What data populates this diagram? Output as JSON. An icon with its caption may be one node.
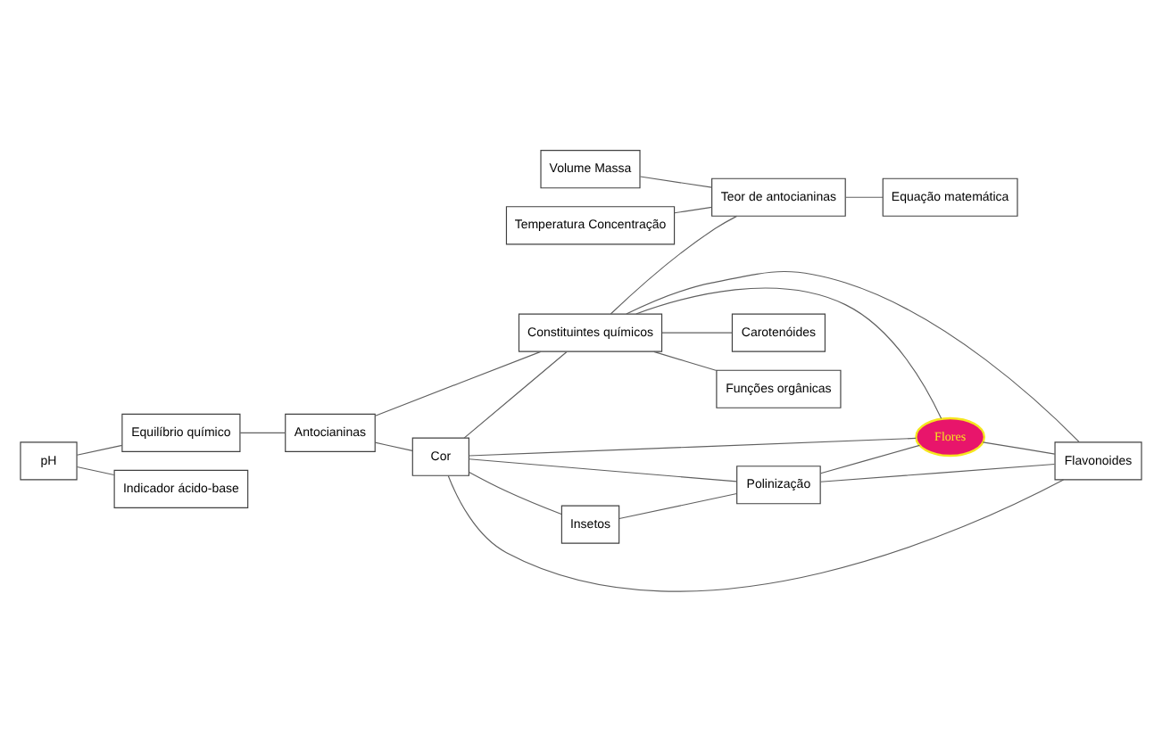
{
  "diagram": {
    "nodes": [
      {
        "text": [
          "Equilíbrio químico"
        ]
      },
      {
        "text": [
          "pH"
        ]
      },
      {
        "text": [
          "Insetos"
        ]
      },
      {
        "text": [
          "Indicador ácido-base"
        ]
      },
      {
        "text": [
          "Antocianinas"
        ]
      },
      {
        "text": [
          "Cor"
        ]
      },
      {
        "text": [
          "Polinização"
        ]
      },
      {
        "text": [
          "Temperatura Concentração"
        ]
      },
      {
        "text": [
          "Volume Massa"
        ]
      },
      {
        "text": [
          "Constituintes químicos"
        ]
      },
      {
        "text": [
          "Flores"
        ]
      },
      {
        "text": [
          "Teor de antocianinas"
        ]
      },
      {
        "text": [
          "Flavonoides"
        ]
      },
      {
        "text": [
          "Carotenóides"
        ]
      },
      {
        "text": [
          "Funções orgânicas"
        ]
      },
      {
        "text": [
          "Equação matemática"
        ]
      }
    ],
    "edges": [
      {
        "from": 1,
        "to": 0,
        "arrow": "none"
      },
      {
        "from": 1,
        "to": 3,
        "arrow": "none"
      },
      {
        "from": 0,
        "to": 4,
        "arrow": "none"
      },
      {
        "from": 4,
        "to": 5,
        "arrow": "none"
      },
      {
        "from": 4,
        "to": 9,
        "arrow": "none"
      },
      {
        "from": 5,
        "to": 2,
        "arrow": "none"
      },
      {
        "from": 5,
        "to": 6,
        "arrow": "none"
      },
      {
        "from": 2,
        "to": 6,
        "arrow": "none"
      },
      {
        "from": 5,
        "to": 10,
        "arrow": "none"
      },
      {
        "from": 5,
        "to": 9,
        "arrow": "none"
      },
      {
        "from": 5,
        "to": 12,
        "arrow": "none"
      },
      {
        "from": 6,
        "to": 10,
        "arrow": "none"
      },
      {
        "from": 6,
        "to": 12,
        "arrow": "none"
      },
      {
        "from": 9,
        "to": 10,
        "arrow": "none"
      },
      {
        "from": 9,
        "to": 11,
        "arrow": "none"
      },
      {
        "from": 9,
        "to": 13,
        "arrow": "none"
      },
      {
        "from": 9,
        "to": 14,
        "arrow": "none"
      },
      {
        "from": 9,
        "to": 12,
        "arrow": "none"
      },
      {
        "from": 10,
        "to": 12,
        "arrow": "none"
      },
      {
        "from": 7,
        "to": 11,
        "arrow": "none"
      },
      {
        "from": 8,
        "to": 11,
        "arrow": "none"
      },
      {
        "from": 11,
        "to": 15,
        "arrow": "none"
      }
    ]
  }
}
